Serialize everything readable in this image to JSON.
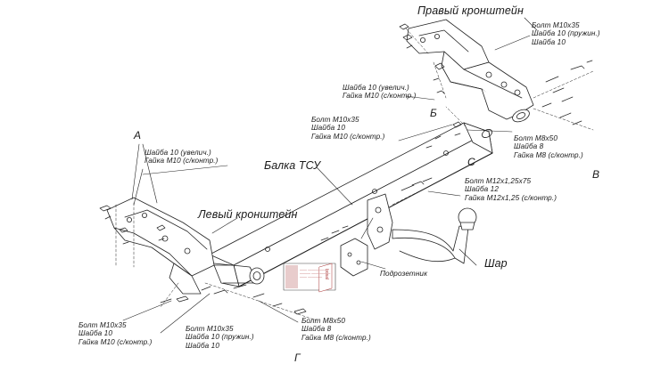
{
  "labels": {
    "right_bracket": "Правый кронштейн",
    "left_bracket": "Левый кронштейн",
    "beam": "Балка ТСУ",
    "ball": "Шар",
    "socket_plate": "Подрозетник",
    "letter_a": "А",
    "letter_b": "Б",
    "letter_c": "С",
    "letter_v": "В",
    "letter_g": "Г"
  },
  "callouts": {
    "top_right": [
      "Болт М10х35",
      "Шайба 10 (пружин.)",
      "Шайба 10"
    ],
    "b_washer": [
      "Шайба 10 (увелич.)",
      "Гайка М10 (с/контр.)"
    ],
    "beam_center": [
      "Болт М10х35",
      "Шайба 10",
      "Гайка М10 (с/контр.)"
    ],
    "right_m8": [
      "Болт М8х50",
      "Шайба 8",
      "Гайка М8 (с/контр.)"
    ],
    "a_washer": [
      "Шайба 10 (увелич.)",
      "Гайка М10 (с/контр.)"
    ],
    "ball_mount": [
      "Болт М12х1,25х75",
      "Шайба 12",
      "Гайка М12х1,25 (с/контр.)"
    ],
    "bottom_left": [
      "Болт М10х35",
      "Шайба 10",
      "Гайка М10 (с/контр.)"
    ],
    "bottom_mid": [
      "Болт М10х35",
      "Шайба 10 (пружин.)",
      "Шайба 10"
    ],
    "bottom_m8": [
      "Болт М8х50",
      "Шайба 8",
      "Гайка М8 (с/контр.)"
    ]
  },
  "plate": {
    "brand": "bosal",
    "lines": [
      "—— ——— ——",
      "——— —— ———",
      "—— ————"
    ]
  }
}
